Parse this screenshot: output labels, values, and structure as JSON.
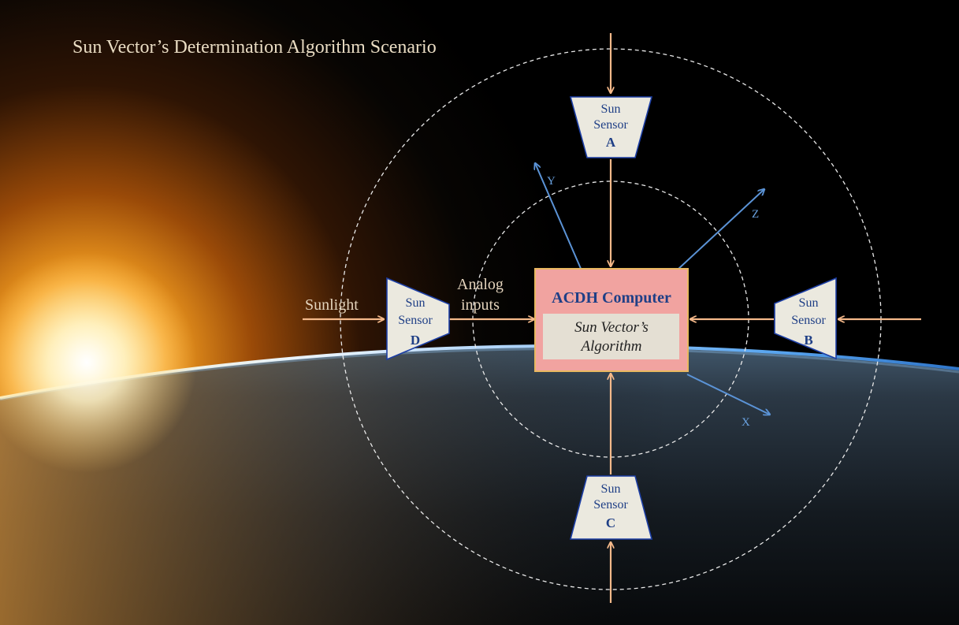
{
  "title": "Sun Vector’s Determination Algorithm Scenario",
  "labels": {
    "sunlight": "Sunlight",
    "analog_line1": "Analog",
    "analog_line2": "inputs"
  },
  "computer": {
    "title": "ACDH Computer",
    "algo_line1": "Sun Vector’s",
    "algo_line2": "Algorithm"
  },
  "sensors": {
    "A": {
      "line1": "Sun",
      "line2": "Sensor",
      "id": "A"
    },
    "B": {
      "line1": "Sun",
      "line2": "Sensor",
      "id": "B"
    },
    "C": {
      "line1": "Sun",
      "line2": "Sensor",
      "id": "C"
    },
    "D": {
      "line1": "Sun",
      "line2": "Sensor",
      "id": "D"
    }
  },
  "axes": {
    "x": "X",
    "y": "Y",
    "z": "Z"
  },
  "colors": {
    "arrow": "#f5b98a",
    "axis": "#5b93d6",
    "sensor_fill": "#ebe9df",
    "sensor_stroke": "#1d3fa6",
    "computer_fill": "#f1a3a0",
    "computer_border": "#e9b860",
    "algo_fill": "#e4dfd3"
  }
}
